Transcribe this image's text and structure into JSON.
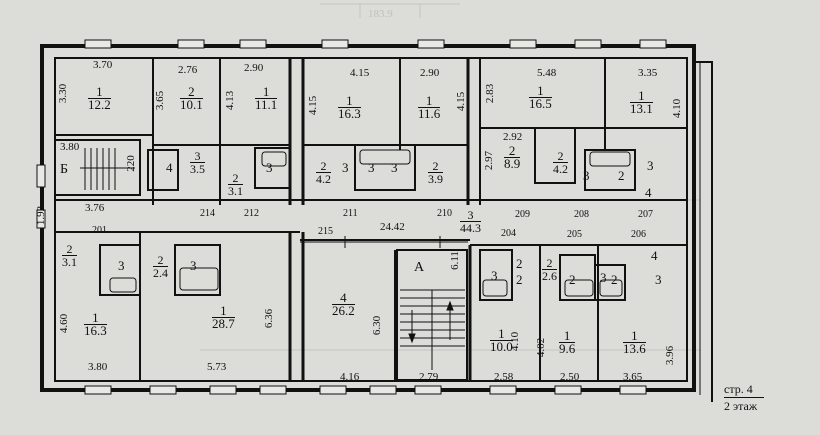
{
  "header_faint": "183.9",
  "dimensions": [
    {
      "id": "d370",
      "text": "3.70"
    },
    {
      "id": "d330",
      "text": "3.30"
    },
    {
      "id": "d276",
      "text": "2.76"
    },
    {
      "id": "d290a",
      "text": "2.90"
    },
    {
      "id": "d415a",
      "text": "4.15"
    },
    {
      "id": "d290b",
      "text": "2.90"
    },
    {
      "id": "d548",
      "text": "5.48"
    },
    {
      "id": "d335",
      "text": "3.35"
    },
    {
      "id": "d365",
      "text": "3.65"
    },
    {
      "id": "d413",
      "text": "4.13"
    },
    {
      "id": "d415b",
      "text": "4.15"
    },
    {
      "id": "d415c",
      "text": "4.15"
    },
    {
      "id": "d283",
      "text": "2.83"
    },
    {
      "id": "d410a",
      "text": "4.10"
    },
    {
      "id": "d380a",
      "text": "3.80"
    },
    {
      "id": "d220",
      "text": "220"
    },
    {
      "id": "d292",
      "text": "2.92"
    },
    {
      "id": "d297",
      "text": "2.97"
    },
    {
      "id": "d376",
      "text": "3.76"
    },
    {
      "id": "d192",
      "text": "1.92"
    },
    {
      "id": "d2442",
      "text": "24.42"
    },
    {
      "id": "d611",
      "text": "6.11"
    },
    {
      "id": "d460",
      "text": "4.60"
    },
    {
      "id": "d636",
      "text": "6.36"
    },
    {
      "id": "d630",
      "text": "6.30"
    },
    {
      "id": "d402",
      "text": "4.02"
    },
    {
      "id": "d410b",
      "text": "4.10"
    },
    {
      "id": "d396",
      "text": "3.96"
    },
    {
      "id": "d380b",
      "text": "3.80"
    },
    {
      "id": "d573",
      "text": "5.73"
    },
    {
      "id": "d416",
      "text": "4.16"
    },
    {
      "id": "d279",
      "text": "2.79"
    },
    {
      "id": "d258",
      "text": "2.58"
    },
    {
      "id": "d250",
      "text": "2.50"
    },
    {
      "id": "d365b",
      "text": "3.65"
    }
  ],
  "apartments": [
    {
      "id": "a201",
      "text": "201"
    },
    {
      "id": "a214",
      "text": "214"
    },
    {
      "id": "a212",
      "text": "212"
    },
    {
      "id": "a211",
      "text": "211"
    },
    {
      "id": "a210",
      "text": "210"
    },
    {
      "id": "a209",
      "text": "209"
    },
    {
      "id": "a208",
      "text": "208"
    },
    {
      "id": "a207",
      "text": "207"
    },
    {
      "id": "a215",
      "text": "215"
    },
    {
      "id": "a204",
      "text": "204"
    },
    {
      "id": "a205",
      "text": "205"
    },
    {
      "id": "a206",
      "text": "206"
    }
  ],
  "rooms": [
    {
      "id": "r1",
      "cls": "1",
      "area": "12.2"
    },
    {
      "id": "r2",
      "cls": "2",
      "area": "10.1"
    },
    {
      "id": "r3",
      "cls": "1",
      "area": "11.1"
    },
    {
      "id": "r4",
      "cls": "1",
      "area": "16.3"
    },
    {
      "id": "r5",
      "cls": "1",
      "area": "11.6"
    },
    {
      "id": "r6",
      "cls": "1",
      "area": "16.5"
    },
    {
      "id": "r7",
      "cls": "1",
      "area": "13.1"
    },
    {
      "id": "r8",
      "cls": "3",
      "area": "3.5"
    },
    {
      "id": "r9",
      "cls": "2",
      "area": "3.1"
    },
    {
      "id": "r10",
      "cls": "2",
      "area": "4.2"
    },
    {
      "id": "r11",
      "cls": "2",
      "area": "3.9"
    },
    {
      "id": "r12",
      "cls": "2",
      "area": "8.9"
    },
    {
      "id": "r13",
      "cls": "2",
      "area": "4.2"
    },
    {
      "id": "r14",
      "cls": "3",
      "area": "44.3"
    },
    {
      "id": "r15",
      "cls": "2",
      "area": "3.1"
    },
    {
      "id": "r16",
      "cls": "2",
      "area": "2.4"
    },
    {
      "id": "r17",
      "cls": "1",
      "area": "16.3"
    },
    {
      "id": "r18",
      "cls": "1",
      "area": "28.7"
    },
    {
      "id": "r19",
      "cls": "4",
      "area": "26.2"
    },
    {
      "id": "r20",
      "cls": "2",
      "area": "2.6"
    },
    {
      "id": "r21",
      "cls": "1",
      "area": "10.0"
    },
    {
      "id": "r22",
      "cls": "1",
      "area": "9.6"
    },
    {
      "id": "r23",
      "cls": "1",
      "area": "13.6"
    }
  ],
  "small_labels": [
    {
      "id": "s1",
      "text": "4"
    },
    {
      "id": "s2",
      "text": "3"
    },
    {
      "id": "s3",
      "text": "3"
    },
    {
      "id": "s4",
      "text": "3"
    },
    {
      "id": "s5",
      "text": "3"
    },
    {
      "id": "s6",
      "text": "3"
    },
    {
      "id": "s7",
      "text": "2"
    },
    {
      "id": "s8",
      "text": "3"
    },
    {
      "id": "s9",
      "text": "4"
    },
    {
      "id": "s10",
      "text": "3"
    },
    {
      "id": "s11",
      "text": "3"
    },
    {
      "id": "s12",
      "text": "2"
    },
    {
      "id": "s13",
      "text": "3"
    },
    {
      "id": "s14",
      "text": "2"
    },
    {
      "id": "s15",
      "text": "2"
    },
    {
      "id": "s16",
      "text": "3"
    },
    {
      "id": "s17",
      "text": "4"
    },
    {
      "id": "s18",
      "text": "3"
    },
    {
      "id": "s19",
      "text": "2"
    }
  ],
  "stair_b": "Б",
  "stair_a": "А",
  "footer": {
    "page": "стр. 4",
    "floor": "2 этаж"
  }
}
